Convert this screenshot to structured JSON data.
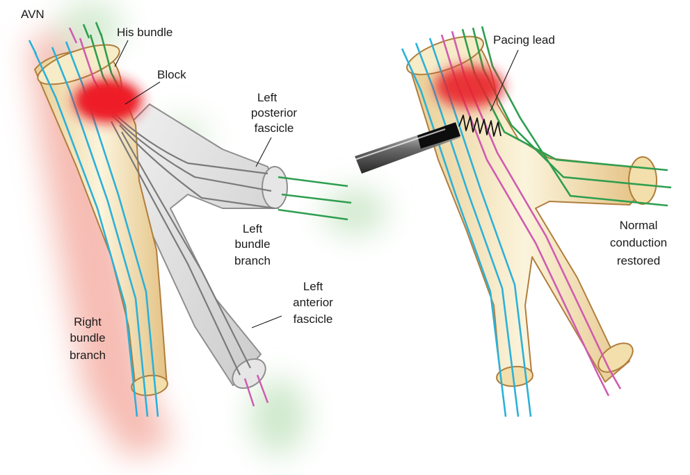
{
  "left_panel": {
    "labels": {
      "avn": "AVN",
      "his_bundle": "His bundle",
      "block": "Block",
      "left_posterior_fascicle": [
        "Left",
        "posterior",
        "fascicle"
      ],
      "left_bundle_branch": [
        "Left",
        "bundle",
        "branch"
      ],
      "left_anterior_fascicle": [
        "Left",
        "anterior",
        "fascicle"
      ],
      "right_bundle_branch": [
        "Right",
        "bundle",
        "branch"
      ]
    }
  },
  "right_panel": {
    "labels": {
      "pacing_lead": "Pacing lead",
      "normal_conduction_restored": [
        "Normal",
        "conduction",
        "restored"
      ]
    }
  },
  "colors": {
    "tube_fill": "#f6ecc8",
    "tube_outline": "#b07d3c",
    "blocked_tube_fill": "#dcdcdc",
    "blocked_tube_outline": "#8e8e8e",
    "block_red": "#e8202a",
    "right_fiber": "#2bb1d9",
    "left_fiber": "#d05bb0",
    "posterior_fiber": "#2e9e4f",
    "glow_red": "#f3a69a",
    "glow_green": "#b9dfb5"
  }
}
